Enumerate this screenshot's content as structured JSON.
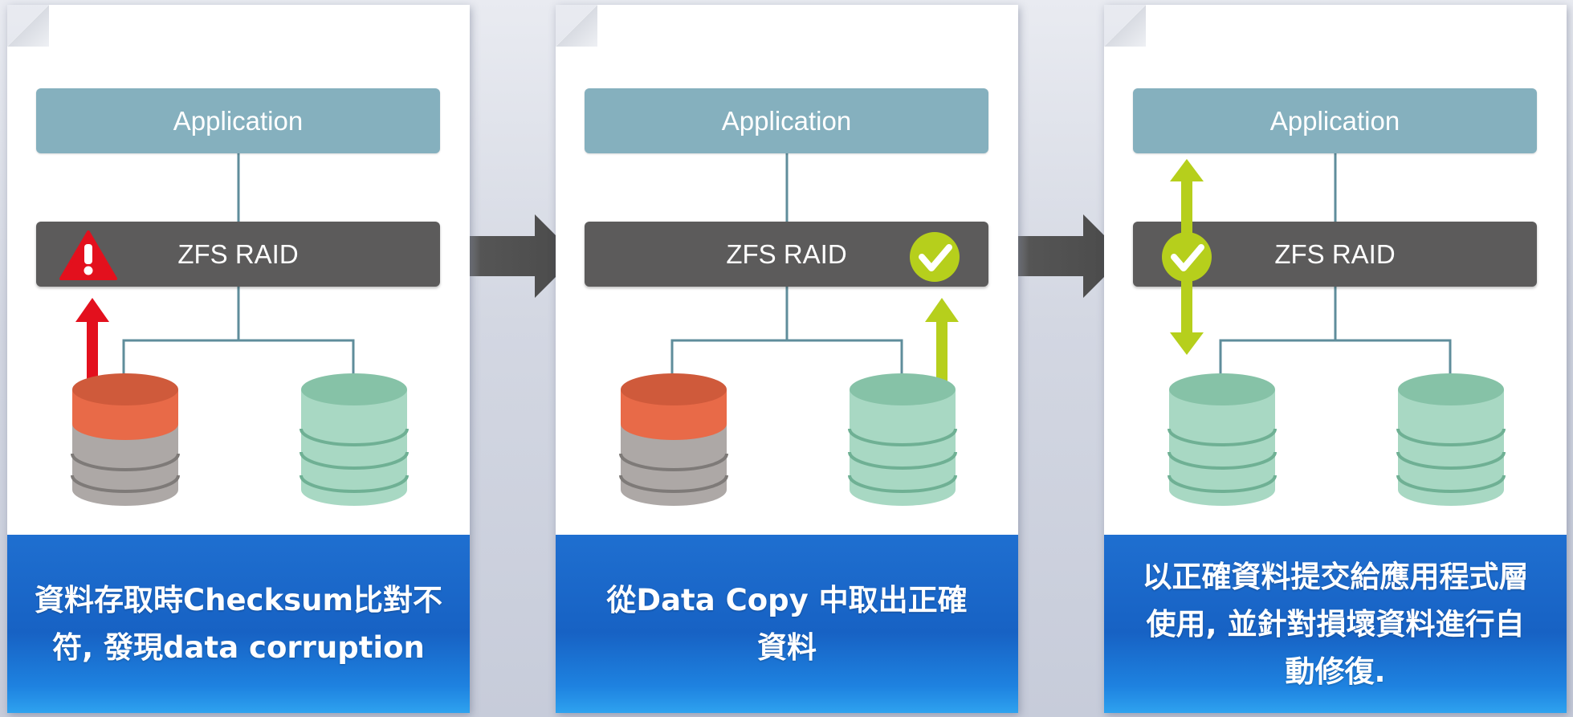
{
  "colors": {
    "application_box": "#85b0be",
    "zfs_box": "#5c5b5b",
    "healthy_disk": "#a8d8c3",
    "corrupt_disk_top": "#e86a48",
    "corrupt_disk_body": "#ada8a6",
    "error_arrow": "#e3101d",
    "ok_arrow": "#b6cf1c",
    "caption_blue": "#1762c4"
  },
  "panels": [
    {
      "application_label": "Application",
      "zfs_label": "ZFS RAID",
      "status_icon": "warning-icon",
      "left_disk": "corrupt",
      "right_disk": "healthy",
      "caption": "資料存取時Checksum比對不\n符, 發現data corruption"
    },
    {
      "application_label": "Application",
      "zfs_label": "ZFS RAID",
      "status_icon": "check-icon",
      "left_disk": "corrupt",
      "right_disk": "healthy",
      "caption": "從Data Copy 中取出正確\n資料"
    },
    {
      "application_label": "Application",
      "zfs_label": "ZFS RAID",
      "status_icon": "check-icon",
      "left_disk": "healthy",
      "right_disk": "healthy",
      "caption": "以正確資料提交給應用程式層\n使用, 並針對損壞資料進行自\n動修復."
    }
  ]
}
